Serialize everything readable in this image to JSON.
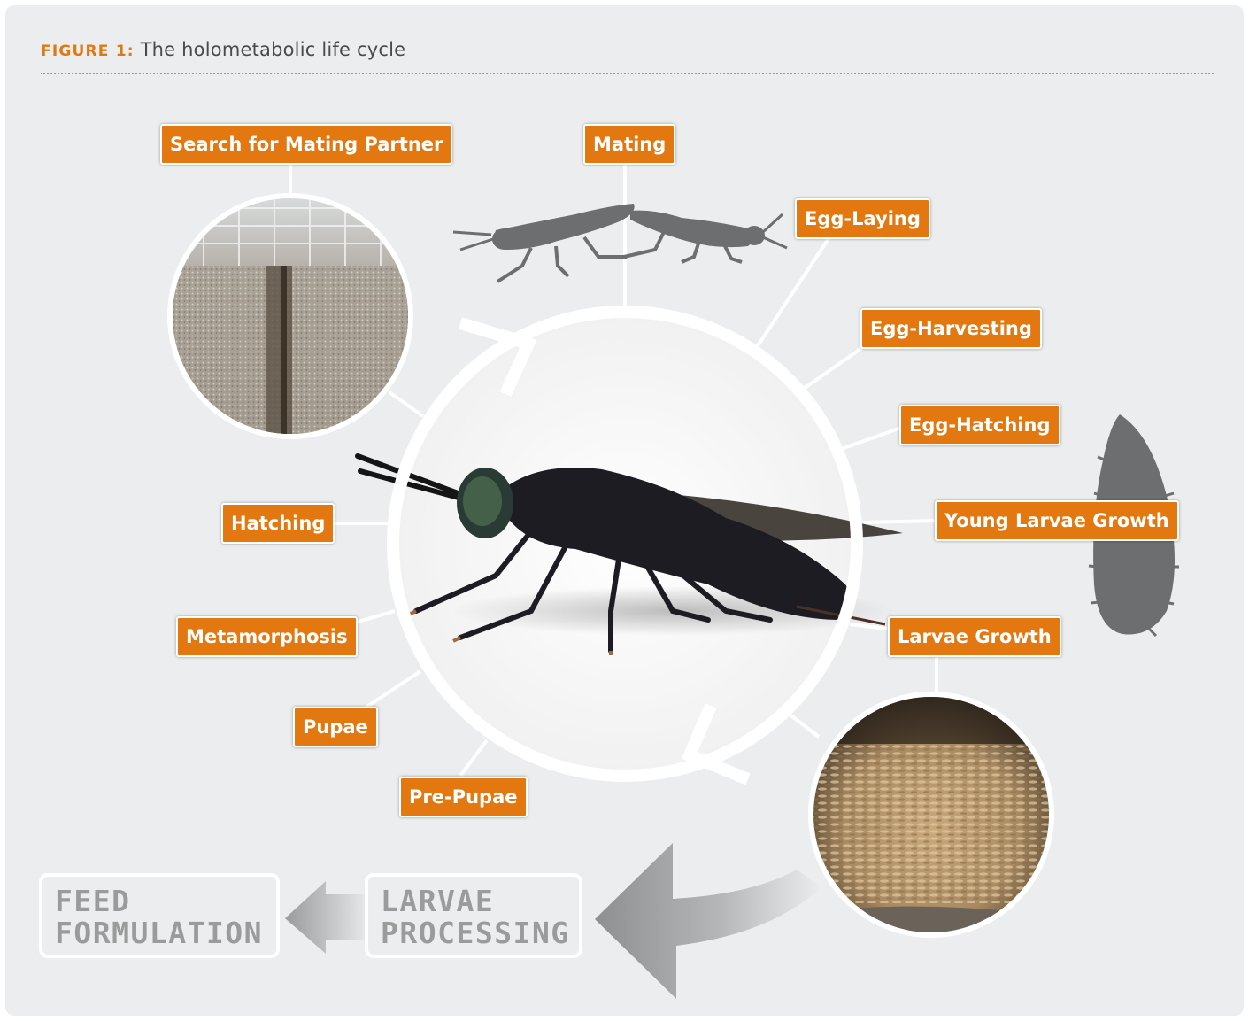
{
  "figure": {
    "prefix": "FIGURE 1:",
    "title": "The holometabolic life cycle"
  },
  "colors": {
    "accent_orange": "#e2780f",
    "panel_background": "#ecedee",
    "silhouette_gray": "#6d6e70",
    "process_text_gray": "#9b9b9b"
  },
  "stages": {
    "search_mating": "Search for Mating Partner",
    "mating": "Mating",
    "egg_laying": "Egg-Laying",
    "egg_harvesting": "Egg-Harvesting",
    "egg_hatching": "Egg-Hatching",
    "young_larvae_growth": "Young Larvae Growth",
    "larvae_growth": "Larvae Growth",
    "pre_pupae": "Pre-Pupae",
    "pupae": "Pupae",
    "metamorphosis": "Metamorphosis",
    "hatching": "Hatching"
  },
  "processing": {
    "larvae_line1": "LARVAE",
    "larvae_line2": "PROCESSING",
    "feed_line1": "FEED",
    "feed_line2": "FORMULATION"
  },
  "icons": {
    "mating_pair": "mating-flies-silhouette-icon",
    "larva": "larva-silhouette-icon",
    "adult_fly": "black-soldier-fly-photo",
    "cage_photo": "mating-cage-photo",
    "larvae_photo": "larvae-mass-photo"
  }
}
